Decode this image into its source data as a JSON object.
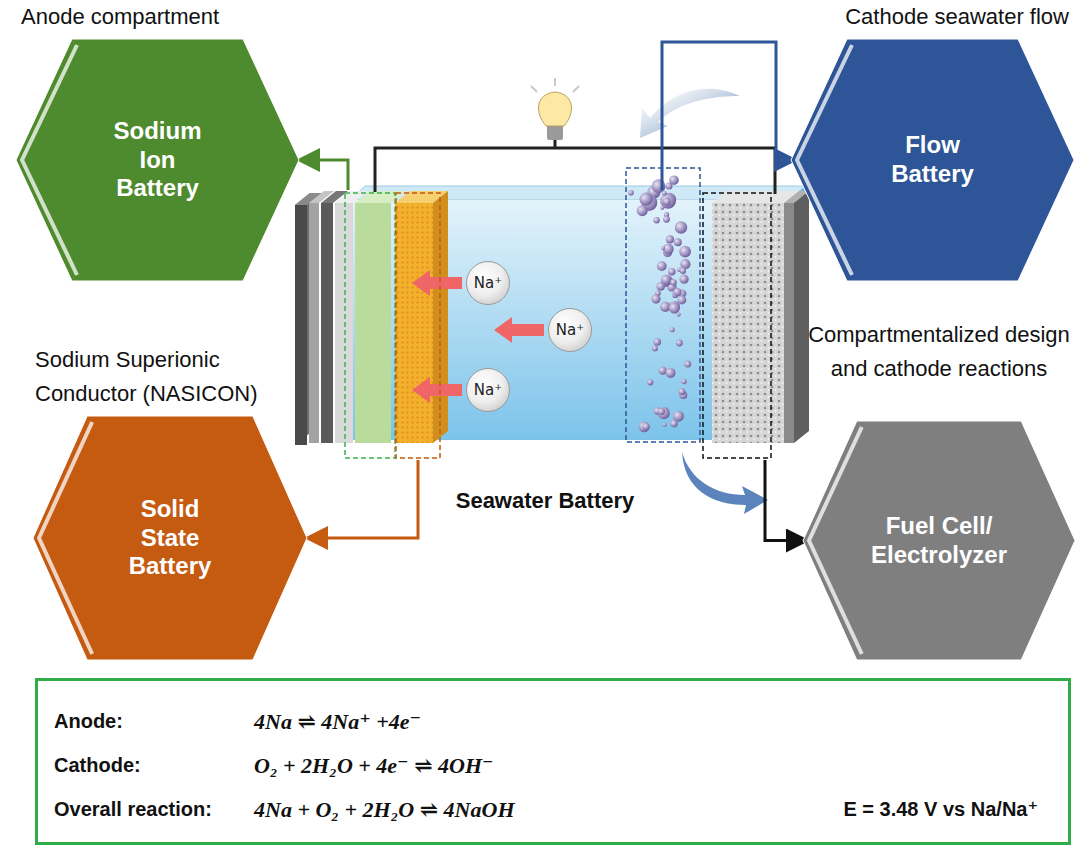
{
  "diagram": {
    "nodes": [
      {
        "text": [
          "Anode compartment",
          "Sodium Ion Battery"
        ]
      },
      {
        "text": [
          "Cathode seawater flow",
          "Flow Battery"
        ]
      },
      {
        "text": [
          "Seawater Battery"
        ]
      },
      {
        "text": [
          "Na⁺"
        ],
        "in": 2
      },
      {
        "text": [
          "Na⁺"
        ],
        "in": 2
      },
      {
        "text": [
          "Na⁺"
        ],
        "in": 2
      },
      {
        "text": [
          "Sodium Superionic Conductor (NASICON)",
          "Solid State Battery"
        ]
      },
      {
        "text": [
          "Compartmentalized design and cathode reactions",
          "Fuel Cell/ Electrolyzer"
        ]
      },
      {
        "text": [
          "Anode:",
          "4Na ⇌ 4Na⁺ +4e⁻",
          "Cathode:",
          "O₂ + 2H₂O + 4e⁻ ⇌ 4OH⁻",
          "Overall reaction:",
          "4Na + O₂ + 2H₂O ⇌ 4NaOH",
          "E = 3.48 V vs Na/Na⁺"
        ]
      }
    ],
    "edges": [
      {
        "from": 2,
        "to": 0,
        "arrow": "to"
      },
      {
        "from": 2,
        "to": 1,
        "arrow": "to"
      },
      {
        "from": 2,
        "to": 6,
        "arrow": "to"
      },
      {
        "from": 2,
        "to": 7,
        "arrow": "to"
      }
    ]
  }
}
